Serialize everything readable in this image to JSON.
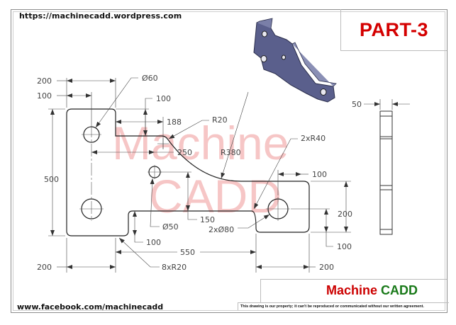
{
  "sheet": {
    "url_top": "https://machinecadd.wordpress.com",
    "url_bottom": "www.facebook.com/machinecadd",
    "part_title": "PART-3",
    "brand_part1": "Machine",
    "brand_part2": "CADD",
    "notice": "This drawing is our property; it can't be reproduced or communicated without our written agreement.",
    "watermark_line1": "Machine",
    "watermark_line2": "CADD",
    "colors": {
      "title_red": "#d40000",
      "brand_red": "#cc0000",
      "brand_green": "#1a7a1a",
      "watermark": "#f5b8b8",
      "part_3d": "#5a5f8c"
    }
  },
  "dimensions": {
    "top_width_200": "200",
    "top_hole_offset_100": "100",
    "hole_dia_60": "Ø60",
    "step_depth_100": "100",
    "step_width_188": "188",
    "fillet_r20": "R20",
    "hole_offset_250": "250",
    "arc_r380": "R380",
    "end_radius": "2xR40",
    "overall_height_500": "500",
    "end_hole_offset_100": "100",
    "end_height_200": "200",
    "slot_depth_150": "150",
    "end_hole_dia": "2xØ80",
    "hole_dia_50": "Ø50",
    "end_hole_height_100": "100",
    "notch_depth_100": "100",
    "span_550": "550",
    "fillets_8xr20": "8xR20",
    "bottom_left_200": "200",
    "bottom_right_200": "200",
    "side_thickness_50": "50"
  },
  "views": [
    "front-view",
    "side-view",
    "isometric-view"
  ]
}
